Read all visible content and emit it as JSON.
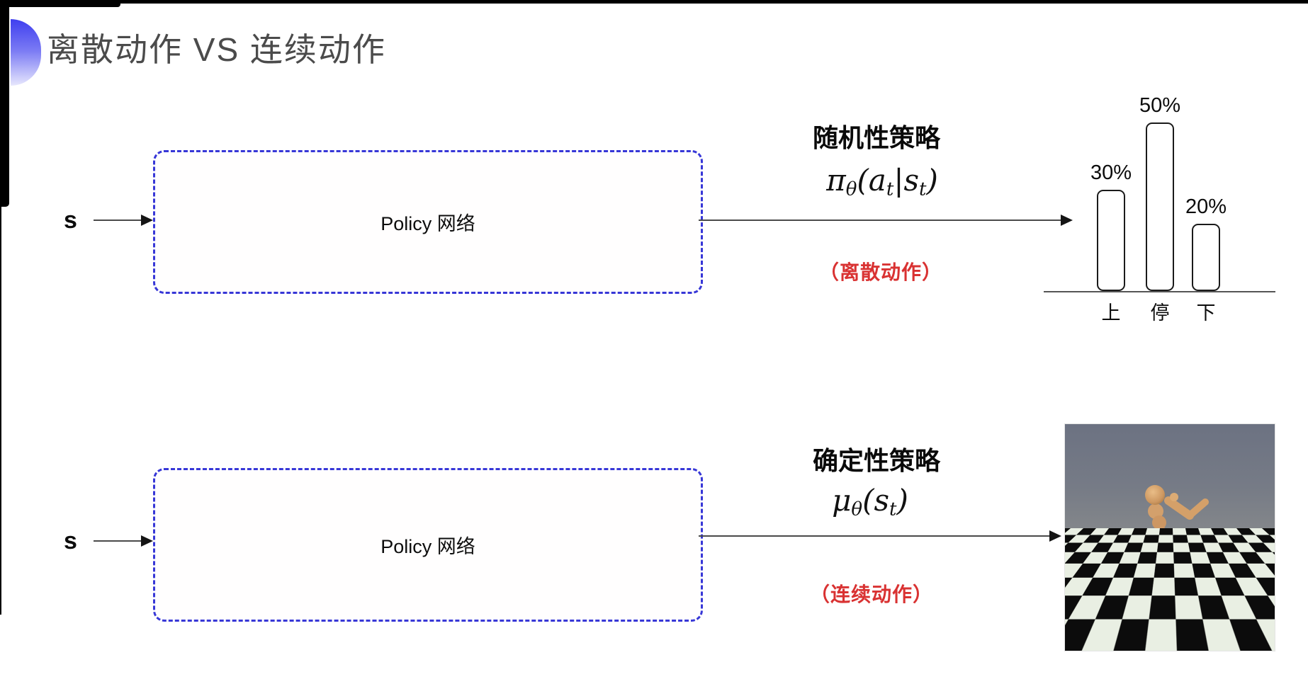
{
  "title": {
    "text": "离散动作 VS 连续动作"
  },
  "rows": {
    "top": {
      "input": "s",
      "box": "Policy 网络",
      "policy_name": "随机性策略",
      "formula": [
        {
          "t": "π"
        },
        {
          "t": "θ",
          "sub": true
        },
        {
          "t": "("
        },
        {
          "t": "a"
        },
        {
          "t": "t",
          "sub": true
        },
        {
          "t": "|"
        },
        {
          "t": "s"
        },
        {
          "t": "t",
          "sub": true
        },
        {
          "t": ")"
        }
      ],
      "action_note": "（离散动作）"
    },
    "bottom": {
      "input": "s",
      "box": "Policy 网络",
      "policy_name": "确定性策略",
      "formula": [
        {
          "t": "μ"
        },
        {
          "t": "θ",
          "sub": true
        },
        {
          "t": "("
        },
        {
          "t": "s"
        },
        {
          "t": "t",
          "sub": true
        },
        {
          "t": ")"
        }
      ],
      "action_note": "（连续动作）"
    }
  },
  "chart_data": {
    "type": "bar",
    "categories": [
      "上",
      "停",
      "下"
    ],
    "values": [
      30,
      50,
      20
    ],
    "value_labels": [
      "30%",
      "50%",
      "20%"
    ],
    "title": "",
    "xlabel": "",
    "ylabel": "",
    "ylim": [
      0,
      55
    ],
    "grid": false,
    "legend": false,
    "bar_fill": "#ffffff",
    "bar_stroke": "#1a1a1a"
  },
  "robot_image": {
    "alt": "人形机器人在黑白棋盘格地面上奔跑（连续动作仿真画面）"
  },
  "colors": {
    "box_border": "#3737d7",
    "note_red": "#d93232",
    "title_gray": "#4b4b4b",
    "arrow": "#4a4a4a",
    "accent_blue": "#3e3eef"
  }
}
